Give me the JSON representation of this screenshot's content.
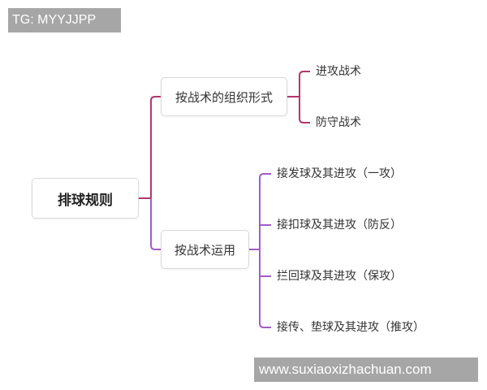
{
  "watermarks": {
    "top": "TG: MYYJJPP",
    "bottom": "www.suxiaoxizhachuan.com"
  },
  "mindmap": {
    "root": {
      "label": "排球规则"
    },
    "branches": [
      {
        "label": "按战术的组织形式",
        "color": "#b0386c",
        "children": [
          {
            "label": "进攻战术"
          },
          {
            "label": "防守战术"
          }
        ]
      },
      {
        "label": "按战术运用",
        "color": "#a45bc7",
        "children": [
          {
            "label": "接发球及其进攻（一攻）"
          },
          {
            "label": "接扣球及其进攻（防反）"
          },
          {
            "label": "拦回球及其进攻（保攻）"
          },
          {
            "label": "接传、垫球及其进攻（推攻）"
          }
        ]
      }
    ]
  },
  "colors": {
    "node_border": "#d9d9d9",
    "text": "#333333",
    "watermark_bg": "#a6a6a6",
    "watermark_text": "#ffffff"
  }
}
